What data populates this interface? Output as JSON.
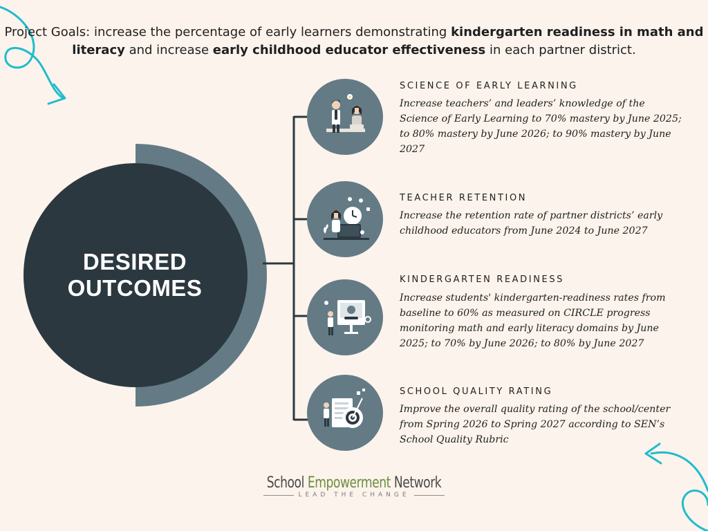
{
  "goals": {
    "prefix": "Project Goals: increase the percentage of early learners demonstrating ",
    "bold1": "kindergarten readiness in math and literacy",
    "middle": " and increase ",
    "bold2": "early childhood educator effectiveness",
    "suffix": " in each partner district."
  },
  "hub": {
    "title_line1": "DESIRED",
    "title_line2": "OUTCOMES"
  },
  "items": [
    {
      "title": "SCIENCE OF EARLY LEARNING",
      "description": "Increase teachers’ and leaders’ knowledge of the Science of Early Learning to 70% mastery by June 2025; to 80% mastery by June 2026; to 90% mastery by June 2027",
      "icon": "teachers-icon"
    },
    {
      "title": "TEACHER RETENTION",
      "description": "Increase the retention rate of partner districts’ early childhood educators from June 2024 to June 2027",
      "icon": "time-management-icon"
    },
    {
      "title": "KINDERGARTEN READINESS",
      "description": "Increase students' kindergarten-readiness rates from baseline to 60% as measured on CIRCLE progress monitoring math and early literacy domains by June 2025; to 70% by June 2026; to 80% by June 2027",
      "icon": "presentation-icon"
    },
    {
      "title": "SCHOOL QUALITY RATING",
      "description": "Improve the overall quality rating of the school/center from Spring 2026 to Spring 2027 according to SEN’s School Quality Rubric",
      "icon": "target-icon"
    }
  ],
  "logo": {
    "word1": "School ",
    "word2": "Empowerment",
    "word3": " Network",
    "tagline": "LEAD THE CHANGE"
  },
  "colors": {
    "background": "#fcf3ec",
    "hub_dark": "#2b3840",
    "hub_ring": "#647b86",
    "accent_cyan": "#1fbccc",
    "logo_green": "#6b8e3f"
  }
}
